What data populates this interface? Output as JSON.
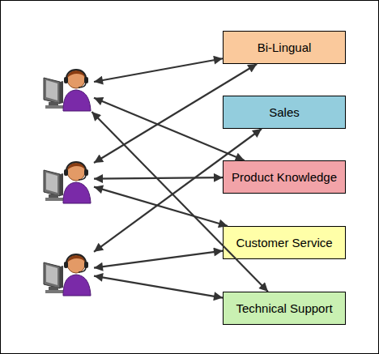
{
  "diagram": {
    "nodes": [
      {
        "text": []
      },
      {
        "text": []
      },
      {
        "text": []
      },
      {
        "text": [
          "Bi-Lingual"
        ]
      },
      {
        "text": [
          "Sales"
        ]
      },
      {
        "text": [
          "Product Knowledge"
        ]
      },
      {
        "text": [
          "Customer Service"
        ]
      },
      {
        "text": [
          "Technical Support"
        ]
      }
    ],
    "edges": [
      {
        "from": 0,
        "to": 3,
        "arrow": "both"
      },
      {
        "from": 0,
        "to": 5,
        "arrow": "both"
      },
      {
        "from": 0,
        "to": 7,
        "arrow": "both"
      },
      {
        "from": 1,
        "to": 3,
        "arrow": "both"
      },
      {
        "from": 1,
        "to": 5,
        "arrow": "both"
      },
      {
        "from": 1,
        "to": 6,
        "arrow": "both"
      },
      {
        "from": 2,
        "to": 4,
        "arrow": "both"
      },
      {
        "from": 2,
        "to": 6,
        "arrow": "both"
      },
      {
        "from": 2,
        "to": 7,
        "arrow": "both"
      }
    ]
  }
}
